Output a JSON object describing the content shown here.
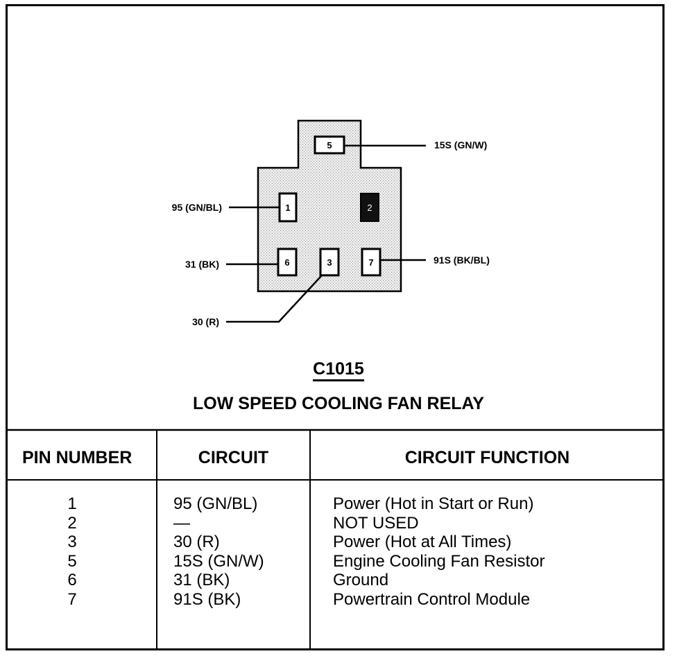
{
  "connector": {
    "id": "C1015",
    "title": "LOW SPEED COOLING FAN RELAY",
    "pins": [
      {
        "pin": "5",
        "label": "15S (GN/W)",
        "used": true
      },
      {
        "pin": "1",
        "label": "95 (GN/BL)",
        "used": true
      },
      {
        "pin": "2",
        "label": "",
        "used": false
      },
      {
        "pin": "6",
        "label": "31 (BK)",
        "used": true
      },
      {
        "pin": "3",
        "label": "30 (R)",
        "used": true
      },
      {
        "pin": "7",
        "label": "91S (BK/BL)",
        "used": true
      }
    ]
  },
  "table": {
    "headers": [
      "PIN NUMBER",
      "CIRCUIT",
      "CIRCUIT FUNCTION"
    ],
    "rows": [
      {
        "pin": "1",
        "circuit": "95 (GN/BL)",
        "function": "Power (Hot in Start or Run)"
      },
      {
        "pin": "2",
        "circuit": "—",
        "function": "NOT USED"
      },
      {
        "pin": "3",
        "circuit": "30 (R)",
        "function": "Power (Hot at All Times)"
      },
      {
        "pin": "5",
        "circuit": "15S (GN/W)",
        "function": "Engine Cooling Fan Resistor"
      },
      {
        "pin": "6",
        "circuit": "31 (BK)",
        "function": "Ground"
      },
      {
        "pin": "7",
        "circuit": "91S (BK)",
        "function": "Powertrain Control Module"
      }
    ]
  }
}
